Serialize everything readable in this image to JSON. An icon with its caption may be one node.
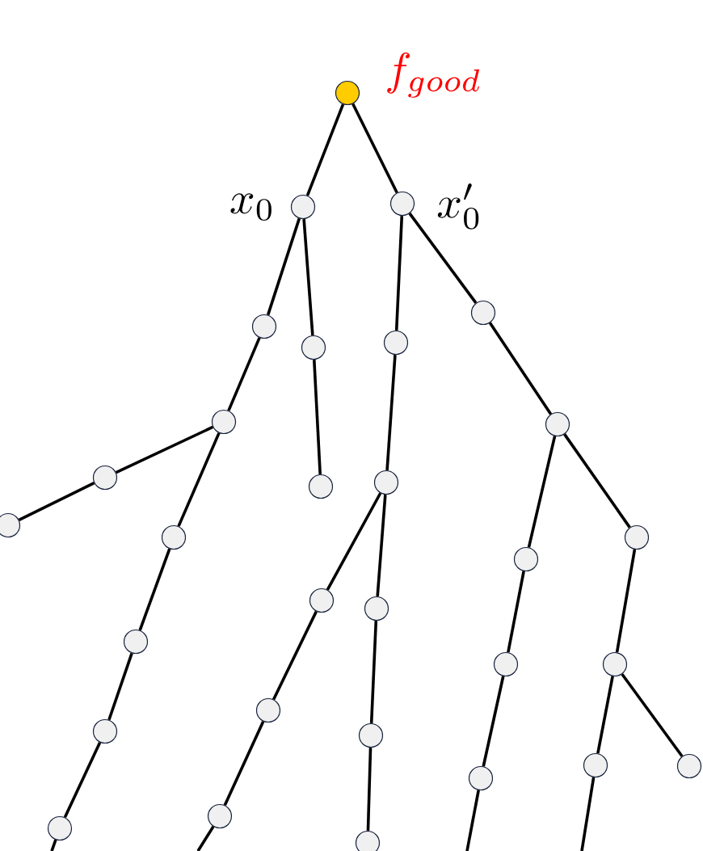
{
  "diagram": {
    "nodes": [
      {
        "text": [],
        "shape": "circle",
        "beside": [
          "f_{good}"
        ]
      },
      {
        "text": [],
        "shape": "circle",
        "beside": [
          "x_0"
        ]
      },
      {
        "text": [],
        "shape": "circle",
        "beside": [
          "x'_0"
        ]
      },
      {
        "text": [],
        "shape": "circle"
      },
      {
        "text": [],
        "shape": "circle"
      },
      {
        "text": [],
        "shape": "circle"
      },
      {
        "text": [],
        "shape": "circle"
      },
      {
        "text": [],
        "shape": "circle"
      },
      {
        "text": [],
        "shape": "circle"
      },
      {
        "text": [],
        "shape": "circle"
      },
      {
        "text": [],
        "shape": "circle"
      },
      {
        "text": [],
        "shape": "circle"
      },
      {
        "text": [],
        "shape": "circle"
      },
      {
        "text": [],
        "shape": "circle"
      },
      {
        "text": [],
        "shape": "circle"
      },
      {
        "text": [],
        "shape": "circle"
      },
      {
        "text": [],
        "shape": "circle"
      },
      {
        "text": [],
        "shape": "circle"
      },
      {
        "text": [],
        "shape": "circle"
      },
      {
        "text": [],
        "shape": "circle"
      },
      {
        "text": [],
        "shape": "circle"
      },
      {
        "text": [],
        "shape": "circle"
      },
      {
        "text": [],
        "shape": "circle"
      },
      {
        "text": [],
        "shape": "circle"
      },
      {
        "text": [],
        "shape": "circle"
      },
      {
        "text": [],
        "shape": "circle"
      },
      {
        "text": [],
        "shape": "circle"
      },
      {
        "text": [],
        "shape": "circle"
      },
      {
        "text": [],
        "shape": "circle"
      },
      {
        "text": [],
        "shape": "circle"
      }
    ],
    "edges": [
      {
        "from": 0,
        "to": 1,
        "arrow": "none"
      },
      {
        "from": 0,
        "to": 2,
        "arrow": "none"
      },
      {
        "from": 1,
        "to": 3,
        "arrow": "none"
      },
      {
        "from": 1,
        "to": 4,
        "arrow": "none"
      },
      {
        "from": 3,
        "to": 5,
        "arrow": "none"
      },
      {
        "from": 4,
        "to": 6,
        "arrow": "none"
      },
      {
        "from": 5,
        "to": 7,
        "arrow": "none"
      },
      {
        "from": 7,
        "to": 8,
        "arrow": "none"
      },
      {
        "from": 5,
        "to": 9,
        "arrow": "none"
      },
      {
        "from": 9,
        "to": 10,
        "arrow": "none"
      },
      {
        "from": 10,
        "to": 11,
        "arrow": "none"
      },
      {
        "from": 11,
        "to": 12,
        "arrow": "none"
      },
      {
        "from": 12,
        "to": null,
        "arrow": "none"
      },
      {
        "from": 2,
        "to": 13,
        "arrow": "none"
      },
      {
        "from": 2,
        "to": 14,
        "arrow": "none"
      },
      {
        "from": 13,
        "to": 15,
        "arrow": "none"
      },
      {
        "from": 15,
        "to": 16,
        "arrow": "none"
      },
      {
        "from": 16,
        "to": 17,
        "arrow": "none"
      },
      {
        "from": 17,
        "to": 18,
        "arrow": "none"
      },
      {
        "from": 18,
        "to": null,
        "arrow": "none"
      },
      {
        "from": 15,
        "to": 19,
        "arrow": "none"
      },
      {
        "from": 19,
        "to": 20,
        "arrow": "none"
      },
      {
        "from": 20,
        "to": 21,
        "arrow": "none"
      },
      {
        "from": 14,
        "to": 22,
        "arrow": "none"
      },
      {
        "from": 22,
        "to": 23,
        "arrow": "none"
      },
      {
        "from": 23,
        "to": 24,
        "arrow": "none"
      },
      {
        "from": 24,
        "to": 25,
        "arrow": "none"
      },
      {
        "from": 25,
        "to": null,
        "arrow": "none"
      },
      {
        "from": 22,
        "to": 26,
        "arrow": "none"
      },
      {
        "from": 26,
        "to": 27,
        "arrow": "none"
      },
      {
        "from": 27,
        "to": 28,
        "arrow": "none"
      },
      {
        "from": 27,
        "to": 29,
        "arrow": "none"
      },
      {
        "from": 29,
        "to": null,
        "arrow": "none"
      }
    ]
  }
}
